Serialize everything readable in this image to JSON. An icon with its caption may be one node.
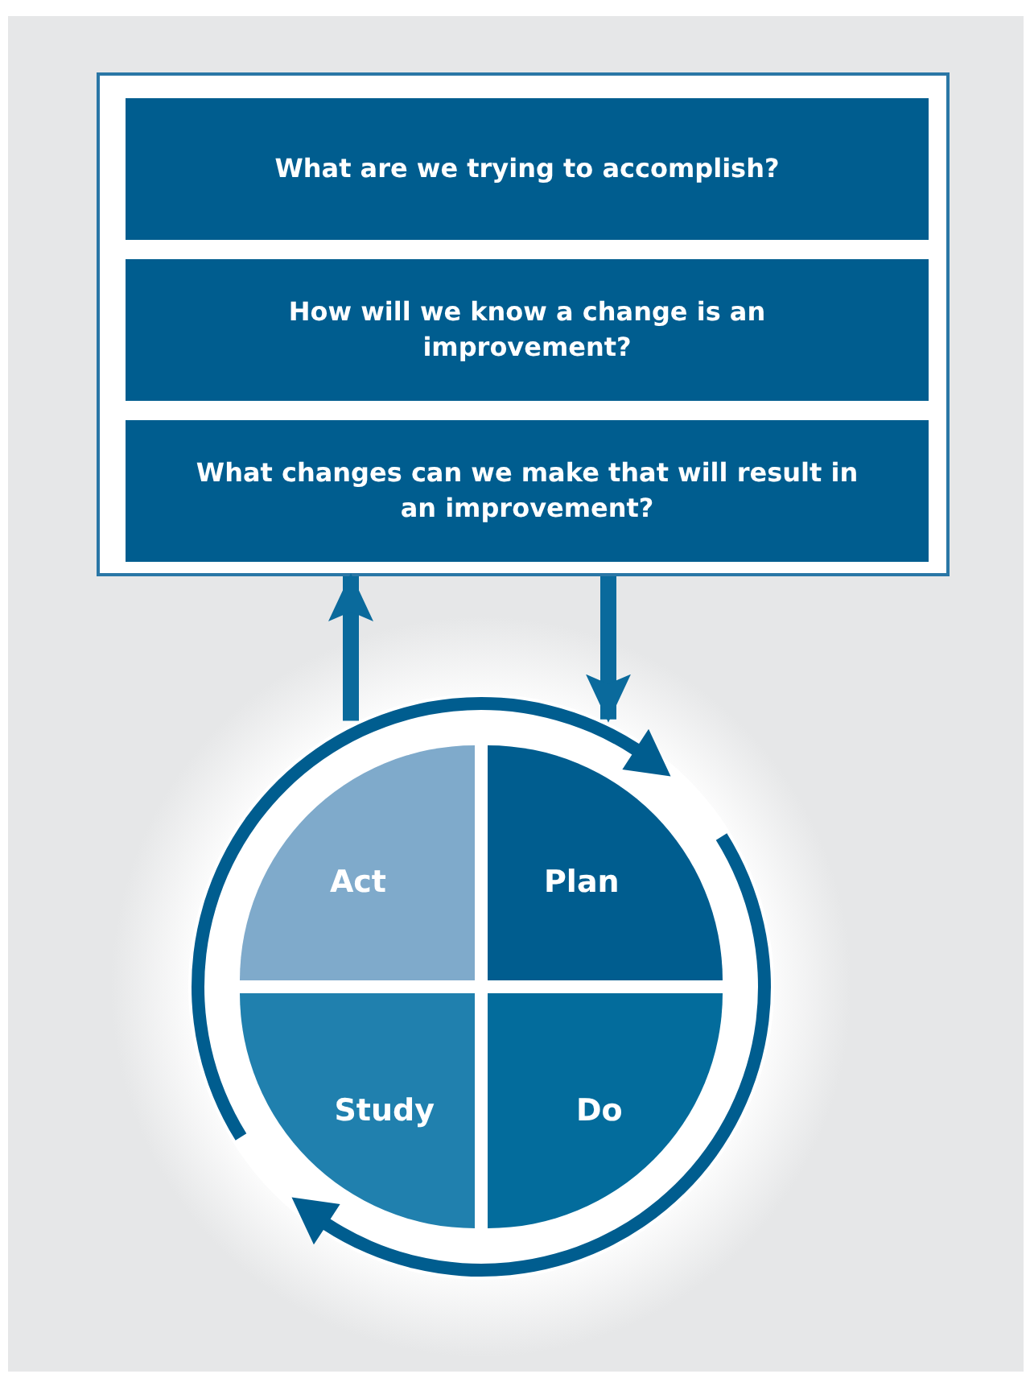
{
  "diagram": {
    "nodes": [
      {
        "text": [],
        "shape": "box"
      },
      {
        "text": [
          "What are we trying to accomplish?"
        ],
        "in": 0
      },
      {
        "text": [
          "How will we know a change is an improvement?"
        ],
        "in": 0
      },
      {
        "text": [
          "What changes can we make that will result in an improvement?"
        ],
        "in": 0
      },
      {
        "text": [],
        "shape": "circle"
      },
      {
        "text": [
          "Act"
        ],
        "in": 4
      },
      {
        "text": [
          "Plan"
        ],
        "in": 4
      },
      {
        "text": [
          "Study"
        ],
        "in": 4
      },
      {
        "text": [
          "Do"
        ],
        "in": 4
      }
    ],
    "edges": [
      {
        "from": 0,
        "to": 4,
        "arrow": "to"
      },
      {
        "from": 4,
        "to": 0,
        "arrow": "to"
      },
      {
        "from": 5,
        "to": 6,
        "arrow": "to"
      },
      {
        "from": 8,
        "to": 7,
        "arrow": "to"
      }
    ]
  }
}
